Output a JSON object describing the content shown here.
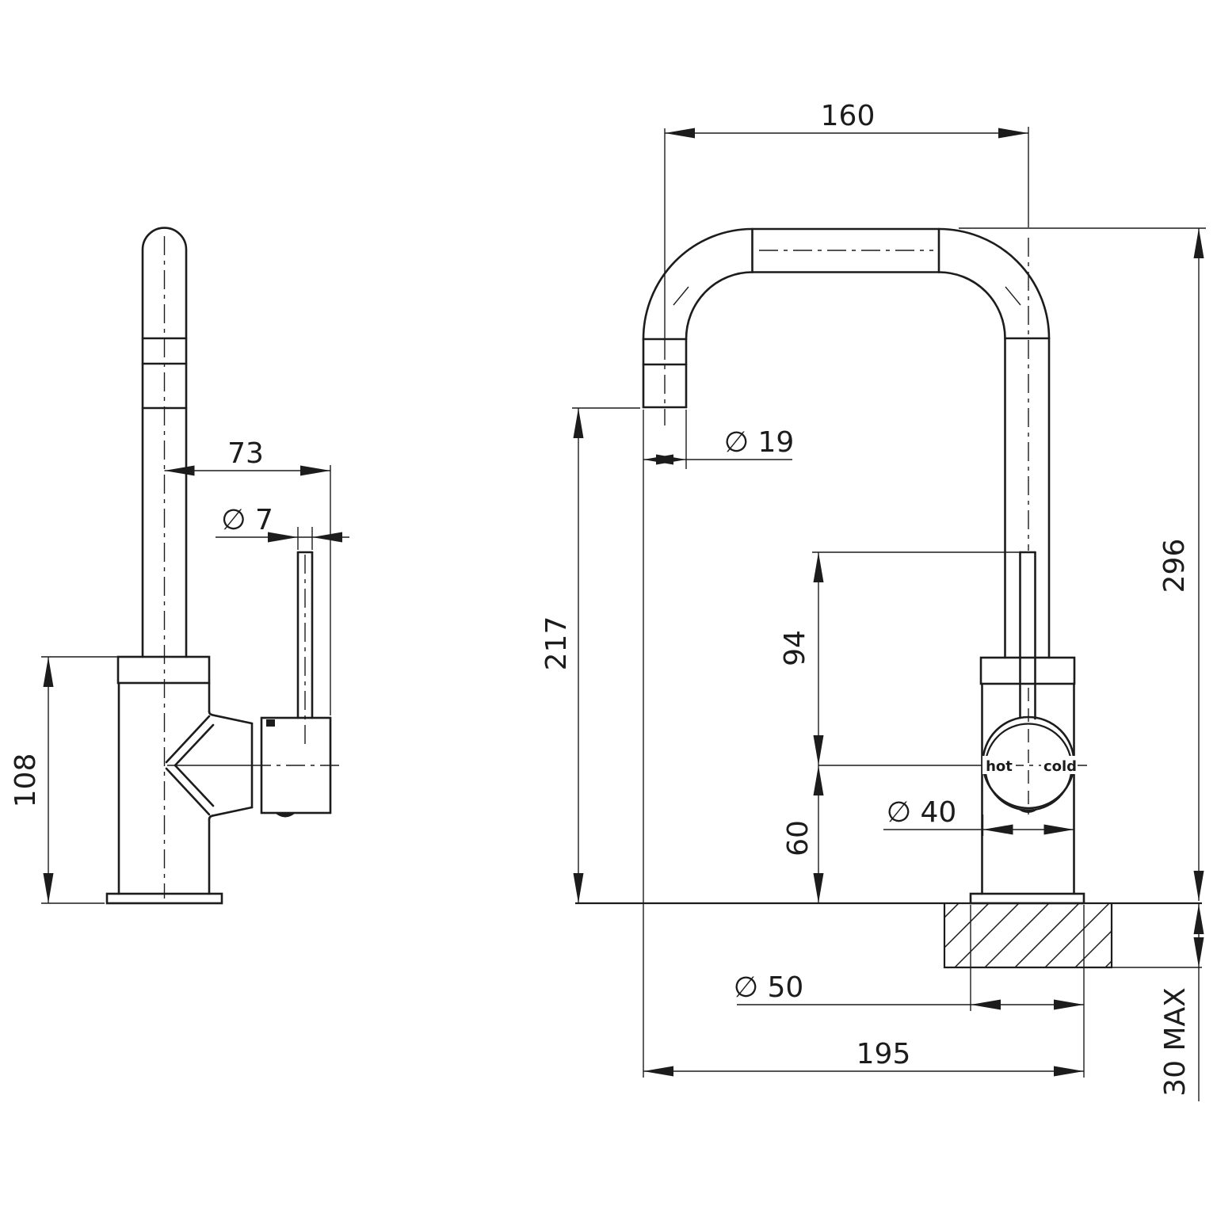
{
  "drawing": {
    "background": "#ffffff",
    "line_color": "#1c1c1c",
    "views": {
      "side": {
        "dims": {
          "spout_to_handle": "73",
          "handle_rod_dia": "∅ 7",
          "body_height": "108"
        }
      },
      "front": {
        "dims": {
          "spout_reach": "160",
          "spout_tube_dia": "∅ 19",
          "outlet_clearance": "217",
          "overall_height": "296",
          "rod_above_centre": "94",
          "centre_above_bench": "60",
          "body_dia": "∅ 40",
          "flange_dia": "∅ 50",
          "total_projection": "195",
          "bench_thickness": "30 MAX"
        },
        "dial": {
          "hot": "hot",
          "cold": "cold"
        }
      }
    }
  }
}
